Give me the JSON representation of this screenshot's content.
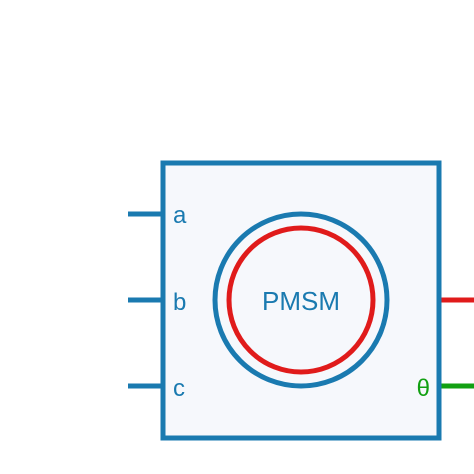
{
  "block": {
    "title": "PMSM",
    "colors": {
      "frame": "#1a7ab0",
      "fill": "#f6f8fc",
      "rotor_ring": "#e01b1b",
      "label": "#1a7ab0"
    }
  },
  "ports": {
    "left": [
      {
        "label": "a",
        "color": "#1a7ab0"
      },
      {
        "label": "b",
        "color": "#1a7ab0"
      },
      {
        "label": "c",
        "color": "#1a7ab0"
      }
    ],
    "right": [
      {
        "label": "",
        "color": "#e01b1b",
        "icon": "red-output-line"
      },
      {
        "label": "θ",
        "color": "#12a012",
        "icon": "green-output-line"
      }
    ]
  }
}
